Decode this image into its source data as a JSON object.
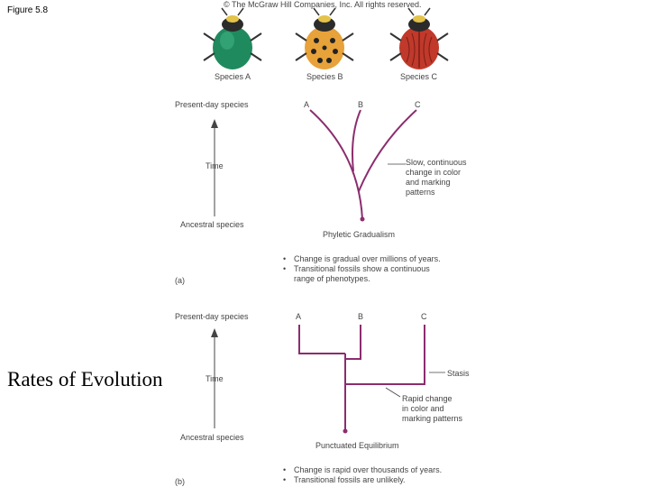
{
  "figure_label": "Figure 5.8",
  "slide_title": "Rates of Evolution",
  "copyright": "© The McGraw Hill Companies, Inc. All rights reserved.",
  "species": [
    {
      "label": "Species A",
      "color": "#1f8a5e"
    },
    {
      "label": "Species B",
      "color": "#e8a23a"
    },
    {
      "label": "Species C",
      "color": "#c0392b"
    }
  ],
  "panel_a": {
    "top_axis_label": "Present-day species",
    "time_label": "Time",
    "bottom_axis_label": "Ancestral species",
    "branch_labels": [
      "A",
      "B",
      "C"
    ],
    "note_lines": [
      "Slow, continuous",
      "change in color",
      "and marking",
      "patterns"
    ],
    "model_name": "Phyletic Gradualism",
    "panel_letter": "(a)",
    "bullets": [
      "Change is gradual over millions of years.",
      "Transitional fossils show a continuous",
      "range of phenotypes."
    ]
  },
  "panel_b": {
    "top_axis_label": "Present-day species",
    "time_label": "Time",
    "bottom_axis_label": "Ancestral species",
    "branch_labels": [
      "A",
      "B",
      "C"
    ],
    "stasis_label": "Stasis",
    "rapid_lines": [
      "Rapid change",
      "in color and",
      "marking patterns"
    ],
    "model_name": "Punctuated Equilibrium",
    "panel_letter": "(b)",
    "bullets": [
      "Change is rapid over thousands of years.",
      "Transitional fossils are unlikely."
    ]
  },
  "colors": {
    "tree": "#8b2d6e",
    "axis": "#444444"
  }
}
